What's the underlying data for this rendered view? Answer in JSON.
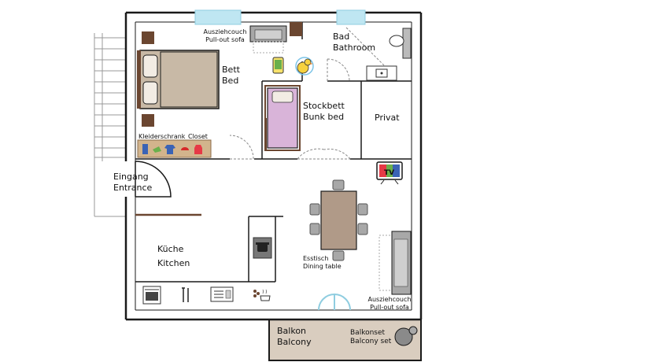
{
  "rooms": {
    "bedroom": {
      "de": "Bett",
      "en": "Bed"
    },
    "bathroom": {
      "de": "Bad",
      "en": "Bathroom"
    },
    "bunk_room": {
      "de": "Stockbett",
      "en": "Bunk bed"
    },
    "private": {
      "label": "Privat"
    },
    "entrance": {
      "de": "Eingang",
      "en": "Entrance"
    },
    "kitchen": {
      "de": "Küche",
      "en": "Kitchen"
    },
    "balcony": {
      "de": "Balkon",
      "en": "Balcony"
    }
  },
  "furniture": {
    "sofa_top": {
      "de": "Ausziehcouch",
      "en": "Pull-out sofa"
    },
    "closet": {
      "de": "Kleiderschrank",
      "en": "Closet"
    },
    "dining": {
      "de": "Esstisch",
      "en": "Dining table"
    },
    "sofa_right": {
      "de": "Ausziehcouch",
      "en": "Pull-out sofa"
    },
    "balcony_set": {
      "de": "Balkonset",
      "en": "Balcony set"
    },
    "tv": {
      "label": "TV"
    }
  },
  "colors": {
    "wall": "#1a1a1a",
    "bed": "#c8b9a6",
    "bunk": "#d9b4d9",
    "dining_table": "#b09a88",
    "sofa": "#a8a8a8",
    "balcony": "#d9cdbf",
    "window": "#bfe6f2",
    "wood": "#6b4630"
  }
}
